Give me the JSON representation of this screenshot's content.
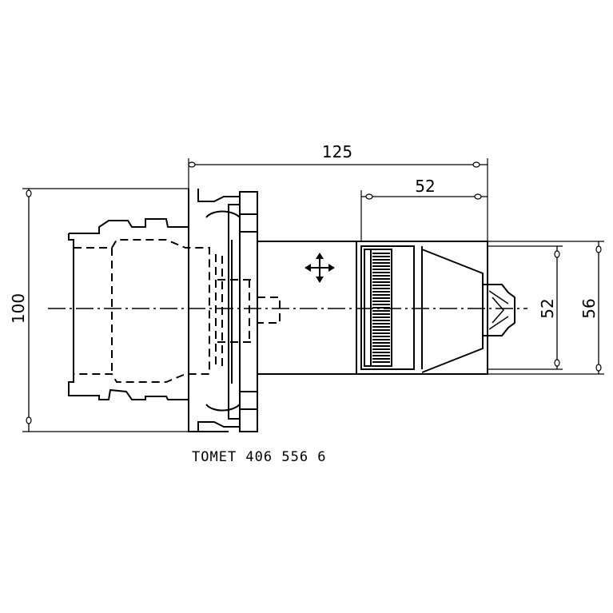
{
  "dimensions": {
    "overall_length": "125",
    "head_length": "52",
    "body_height": "100",
    "head_inner_height": "52",
    "head_outer_height": "56"
  },
  "part_number": "TOMET 406 556 6",
  "icons": {
    "move": "four-way-arrow-icon"
  }
}
